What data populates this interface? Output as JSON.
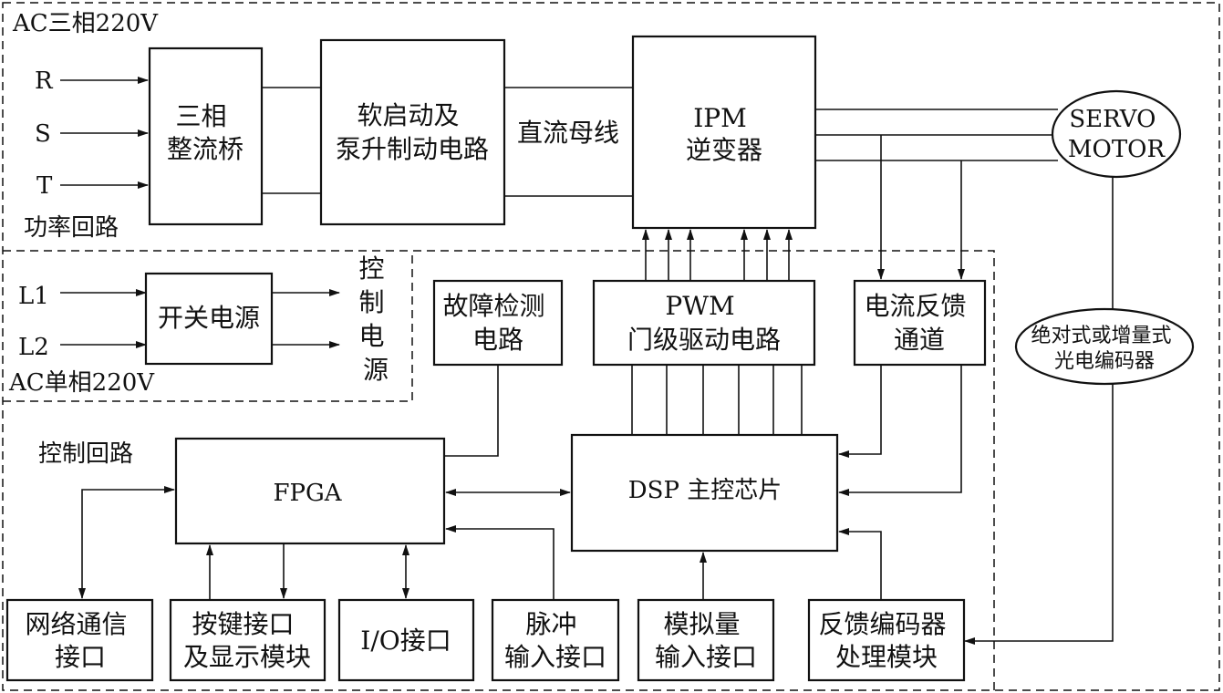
{
  "regions": {
    "ac_three_phase": "AC三相220V",
    "power_loop": "功率回路",
    "control_power": "控制电源",
    "ac_single_phase": "AC单相220V",
    "control_loop": "控制回路"
  },
  "inputs": {
    "r": "R",
    "s": "S",
    "t": "T",
    "l1": "L1",
    "l2": "L2"
  },
  "blocks": {
    "rectifier": [
      "三相",
      "整流桥"
    ],
    "soft_start": [
      "软启动及",
      "泵升制动电路"
    ],
    "dc_bus": "直流母线",
    "ipm": [
      "IPM",
      "逆变器"
    ],
    "motor": [
      "SERVO",
      "MOTOR"
    ],
    "switch_power": "开关电源",
    "fault_detect": [
      "故障检测",
      "电路"
    ],
    "pwm": [
      "PWM",
      "门级驱动电路"
    ],
    "current_fb": [
      "电流反馈",
      "通道"
    ],
    "encoder": [
      "绝对式或增量式",
      "光电编码器"
    ],
    "fpga": "FPGA",
    "dsp": "DSP 主控芯片",
    "network": [
      "网络通信",
      "接口"
    ],
    "keypad": [
      "按键接口",
      "及显示模块"
    ],
    "io": "I/O接口",
    "pulse": [
      "脉冲",
      "输入接口"
    ],
    "analog": [
      "模拟量",
      "输入接口"
    ],
    "fb_encoder": [
      "反馈编码器",
      "处理模块"
    ]
  }
}
